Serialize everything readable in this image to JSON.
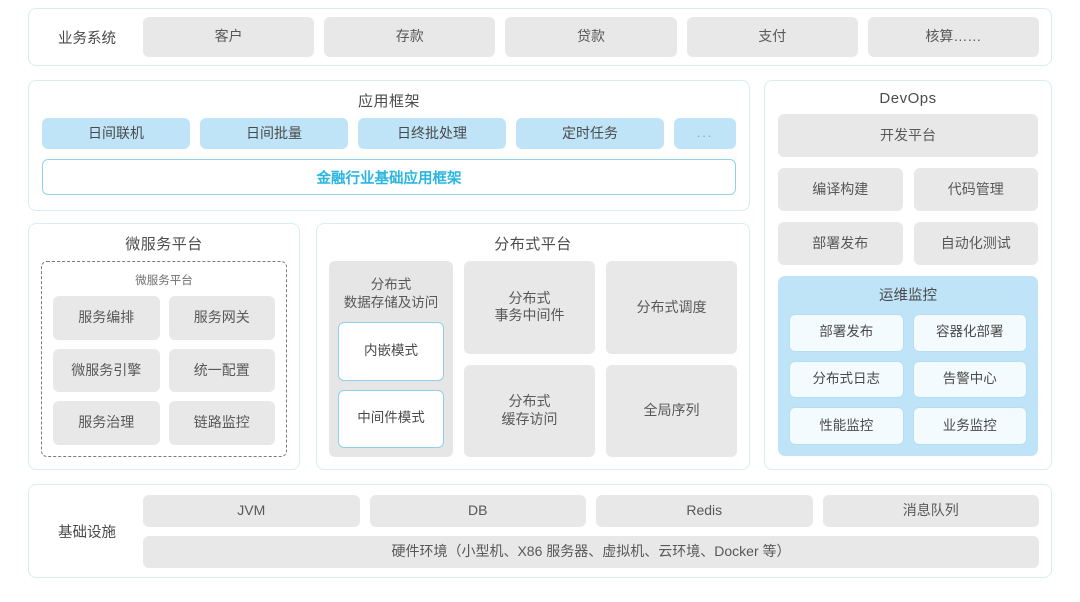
{
  "business_system": {
    "label": "业务系统",
    "items": [
      "客户",
      "存款",
      "贷款",
      "支付",
      "核算……"
    ]
  },
  "app_framework": {
    "title": "应用框架",
    "items": [
      "日间联机",
      "日间批量",
      "日终批处理",
      "定时任务"
    ],
    "more": "...",
    "base_bar": "金融行业基础应用框架"
  },
  "microservice": {
    "title": "微服务平台",
    "subtitle": "微服务平台",
    "items": [
      "服务编排",
      "服务网关",
      "微服务引擎",
      "统一配置",
      "服务治理",
      "链路监控"
    ]
  },
  "distributed": {
    "title": "分布式平台",
    "col1": {
      "title": "分布式\n数据存储及访问",
      "title_line1": "分布式",
      "title_line2": "数据存储及访问",
      "modes": [
        "内嵌模式",
        "中间件模式"
      ]
    },
    "cells": [
      {
        "line1": "分布式",
        "line2": "事务中间件"
      },
      {
        "line1": "分布式调度",
        "line2": ""
      },
      {
        "line1": "分布式",
        "line2": "缓存访问"
      },
      {
        "line1": "全局序列",
        "line2": ""
      }
    ]
  },
  "devops": {
    "title": "DevOps",
    "platform": "开发平台",
    "pairs": [
      [
        "编译构建",
        "代码管理"
      ],
      [
        "部署发布",
        "自动化测试"
      ]
    ],
    "ops": {
      "title": "运维监控",
      "items": [
        "部署发布",
        "容器化部署",
        "分布式日志",
        "告警中心",
        "性能监控",
        "业务监控"
      ]
    }
  },
  "infrastructure": {
    "label": "基础设施",
    "items": [
      "JVM",
      "DB",
      "Redis",
      "消息队列"
    ],
    "hardware": "硬件环境（小型机、X86 服务器、虚拟机、云环境、Docker 等）"
  },
  "colors": {
    "panel_border": "#d8eef1",
    "chip_gray": "#e8e8e8",
    "chip_blue": "#bfe4f8",
    "accent_cyan": "#29b6e0",
    "text": "#4a4a4a"
  }
}
